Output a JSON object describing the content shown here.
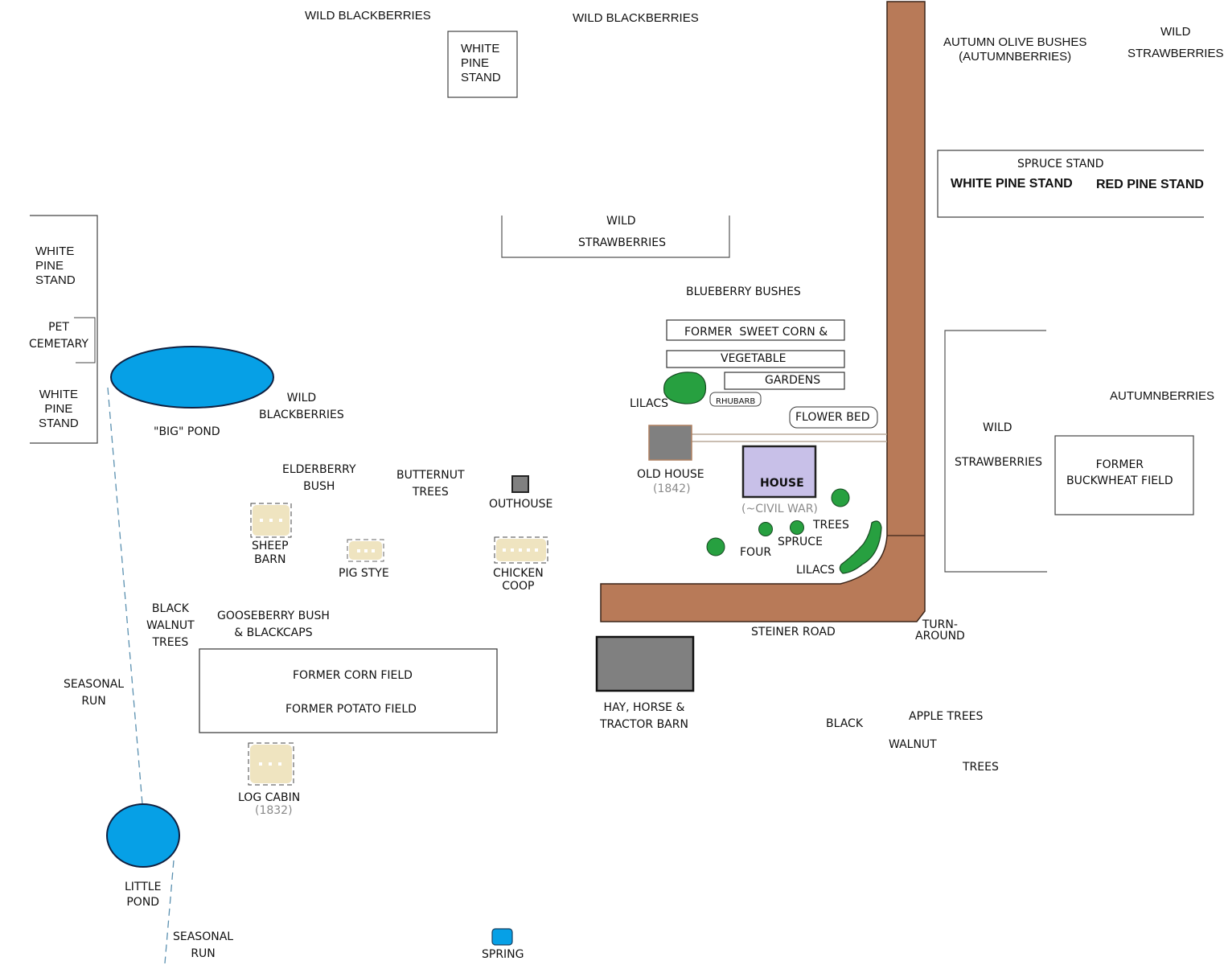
{
  "title": "Farm property map",
  "colors": {
    "road": "#b87a58",
    "road_outline": "#3a2418",
    "pond": "#06a0e6",
    "tree": "#27a040",
    "building_grey": "#808080",
    "house": "#c8c0e8",
    "outbuilding": "#efe4c0",
    "seasonal_run": "#5a90b0"
  },
  "labels": {
    "wild_blackberries_top_left": "WILD BLACKBERRIES",
    "wild_blackberries_top_center": "WILD BLACKBERRIES",
    "white_pine_stand_top": "WHITE\nPINE\nSTAND",
    "autumn_olive": "AUTUMN OLIVE BUSHES\n(AUTUMNBERRIES)",
    "wild_strawberries_top_right": "WILD\nSTRAWBERRIES",
    "spruce_stand": "SPRUCE STAND",
    "white_pine_stand_right": "WHITE PINE STAND",
    "red_pine_stand": "RED PINE STAND",
    "wild_strawberries_center_1": "WILD",
    "wild_strawberries_center_2": "STRAWBERRIES",
    "white_pine_stand_left_upper": "WHITE\nPINE\nSTAND",
    "pet_cemetary": "PET\nCEMETARY",
    "white_pine_stand_left_lower": "WHITE\nPINE\nSTAND",
    "big_pond": "\"BIG\" POND",
    "wild_blackberries_mid": "WILD\nBLACKBERRIES",
    "blueberry_bushes": "BLUEBERRY BUSHES",
    "garden_1": "FORMER  SWEET CORN &",
    "garden_2": "VEGETABLE",
    "garden_3": "GARDENS",
    "lilacs_upper": "LILACS",
    "rhubarb": "RHUBARB",
    "flower_bed": "FLOWER BED",
    "old_house": "OLD HOUSE",
    "old_house_year": "(1842)",
    "house": "HOUSE",
    "house_era": "(~CIVIL WAR)",
    "spruce_trees": "TREES",
    "spruce_spruce": "SPRUCE",
    "spruce_four": "FOUR",
    "lilacs_lower": "LILACS",
    "wild_strawberries_right_1": "WILD",
    "wild_strawberries_right_2": "STRAWBERRIES",
    "autumnberries": "AUTUMNBERRIES",
    "buckwheat": "FORMER\nBUCKWHEAT FIELD",
    "elderberry": "ELDERBERRY\nBUSH",
    "butternut": "BUTTERNUT\nTREES",
    "outhouse": "OUTHOUSE",
    "sheep_barn": "SHEEP\nBARN",
    "pig_stye": "PIG STYE",
    "chicken_coop": "CHICKEN\nCOOP",
    "black_walnut_left": "BLACK\nWALNUT\nTREES",
    "gooseberry": "GOOSEBERRY BUSH\n& BLACKCAPS",
    "corn_field": "FORMER CORN FIELD",
    "potato_field": "FORMER POTATO FIELD",
    "seasonal_run_upper": "SEASONAL\nRUN",
    "log_cabin": "LOG CABIN",
    "log_cabin_year": "(1832)",
    "little_pond": "LITTLE\nPOND",
    "seasonal_run_lower": "SEASONAL\nRUN",
    "spring": "SPRING",
    "steiner_road": "STEINER ROAD",
    "turnaround": "TURN-\nAROUND",
    "barn": "HAY, HORSE &\nTRACTOR BARN",
    "black": "BLACK",
    "walnut": "WALNUT",
    "trees_bottom": "TREES",
    "apple_trees": "APPLE TREES"
  }
}
